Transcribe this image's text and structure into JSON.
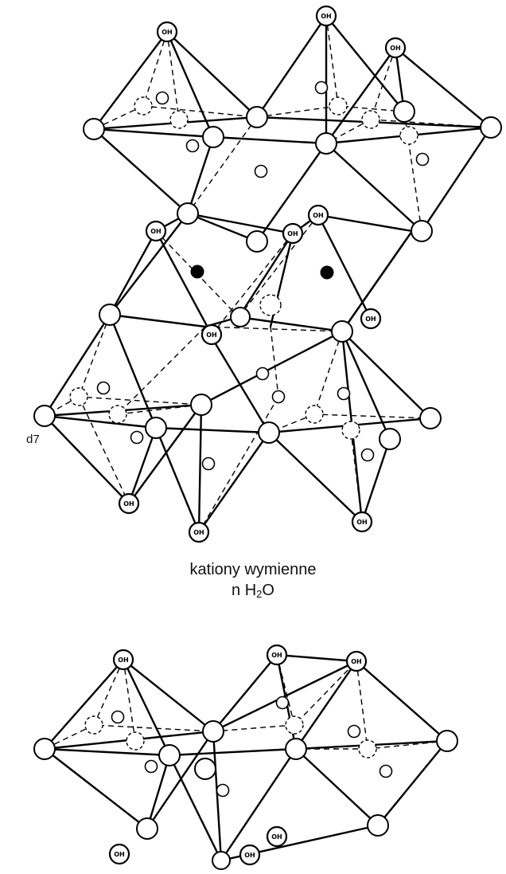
{
  "labels": {
    "oh": "OH",
    "interlayer_line1": "kationy wymienne",
    "interlayer_line2_prefix": "n H",
    "interlayer_line2_sub": "2",
    "interlayer_line2_suffix": "O",
    "margin_tag": "d7"
  },
  "colors": {
    "line": "#000000",
    "atom_fill": "#ffffff",
    "metal": "#000000"
  }
}
